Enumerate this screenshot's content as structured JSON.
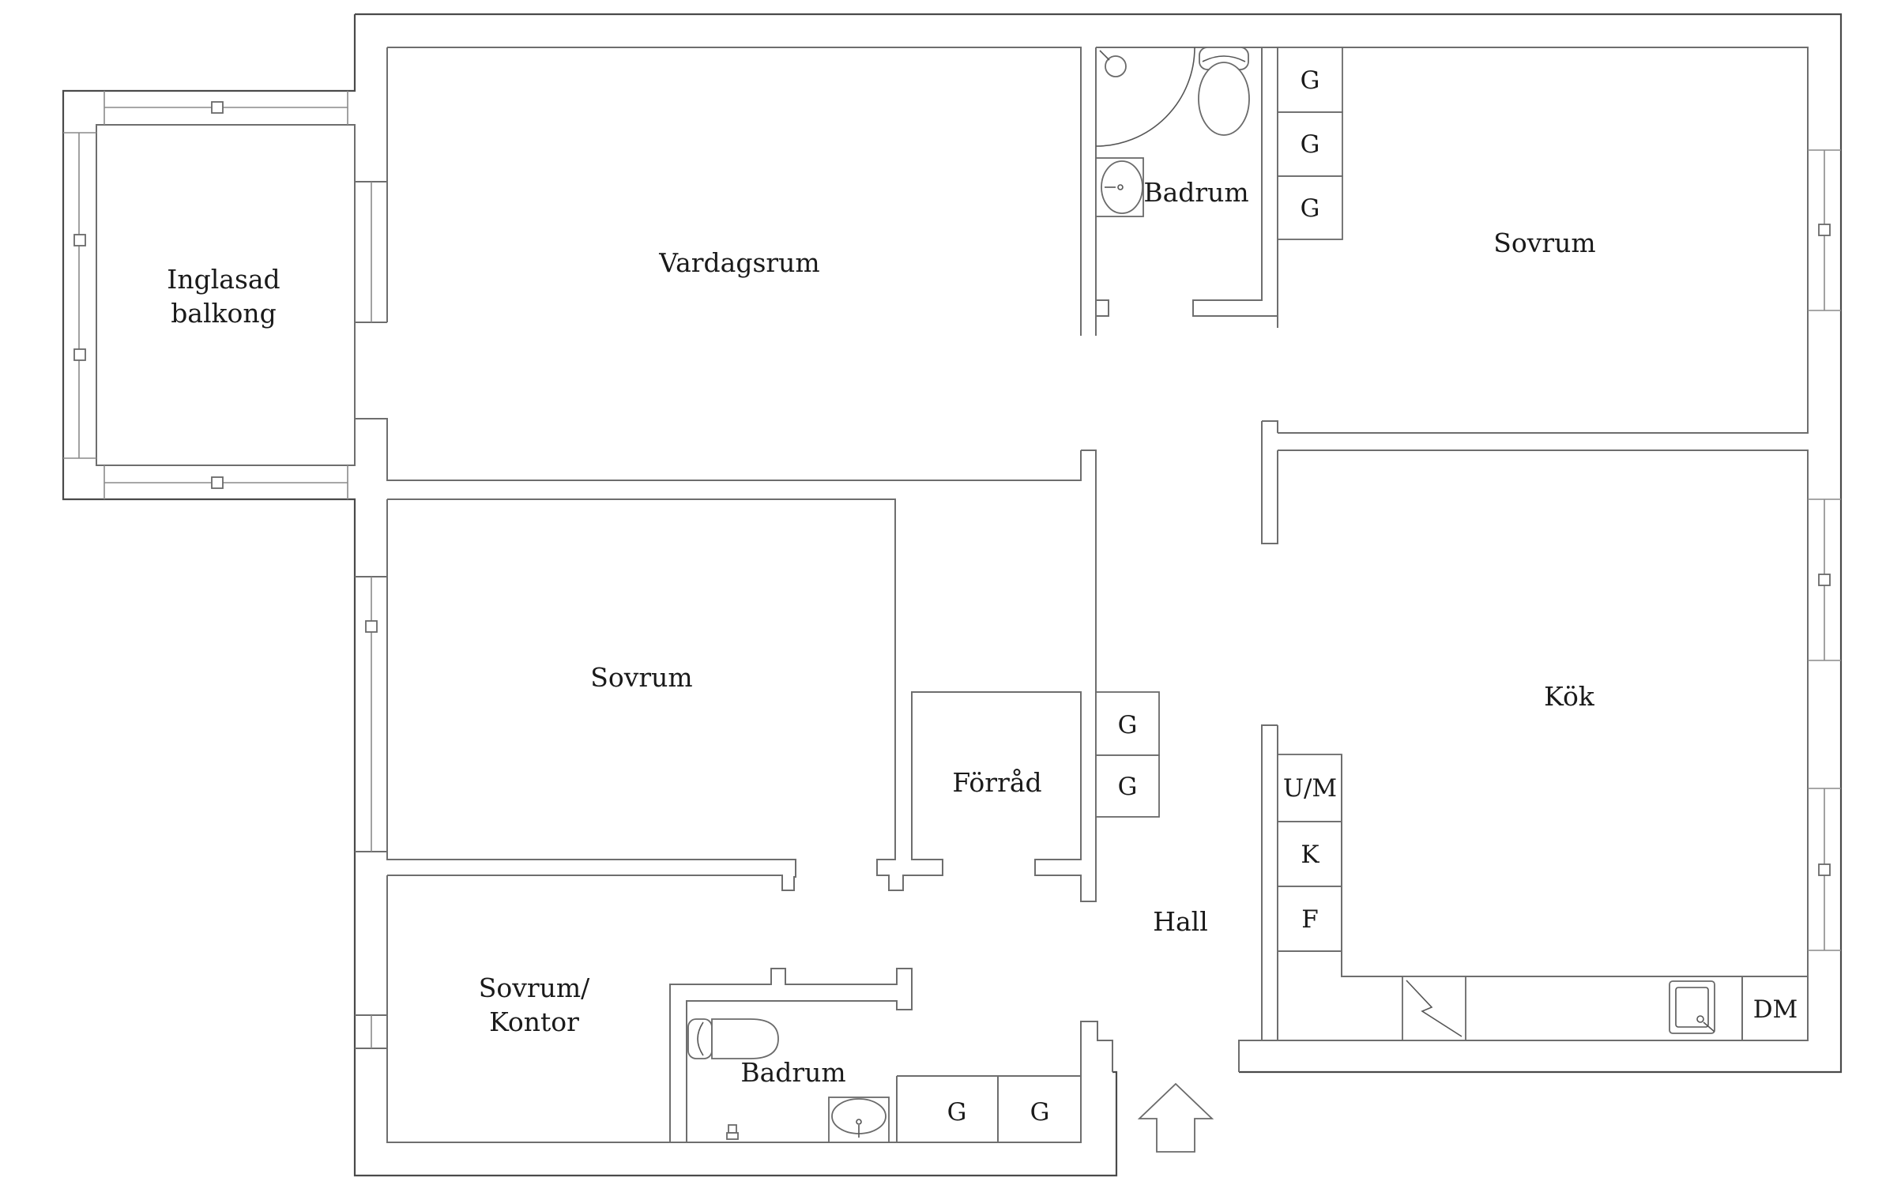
{
  "rooms": {
    "balcony_line1": "Inglasad",
    "balcony_line2": "balkong",
    "living": "Vardagsrum",
    "bath_top": "Badrum",
    "bedroom_top": "Sovrum",
    "bedroom_mid": "Sovrum",
    "kitchen": "Kök",
    "storage": "Förråd",
    "hall": "Hall",
    "office_line1": "Sovrum/",
    "office_line2": "Kontor",
    "bath_bottom": "Badrum"
  },
  "cabinets": {
    "wardrobe": "G",
    "fridge_freezer": "U/M",
    "fridge": "K",
    "freezer": "F",
    "dishwasher": "DM"
  },
  "colors": {
    "wall": "#6e6e6e",
    "background": "#ffffff",
    "text": "#1a1a1a"
  }
}
